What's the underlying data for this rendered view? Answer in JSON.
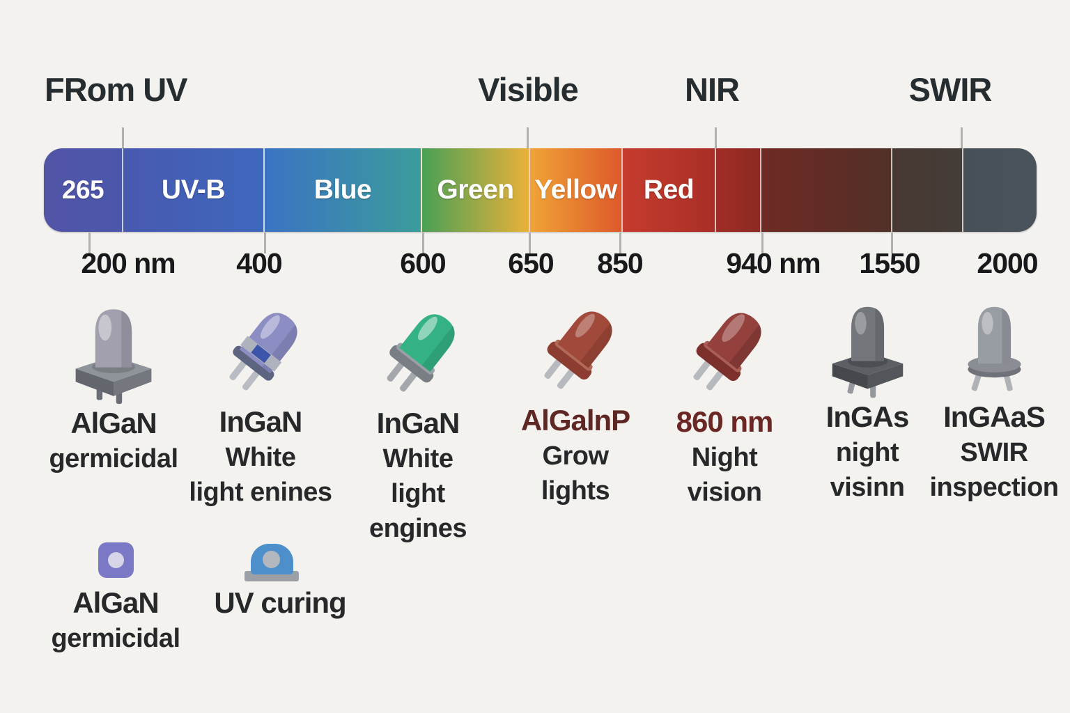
{
  "headers": [
    {
      "text": "FRom UV"
    },
    {
      "text": "Visible"
    },
    {
      "text": "NIR"
    },
    {
      "text": "SWIR"
    }
  ],
  "spectrum": {
    "segments": [
      {
        "label": "265",
        "c1": "#5254a6",
        "c2": "#4b57ab"
      },
      {
        "label": "UV-B",
        "c1": "#4859b0",
        "c2": "#3e68bd"
      },
      {
        "label": "Blue",
        "c1": "#3b73c3",
        "c2": "#3b9c9b"
      },
      {
        "label": "Green",
        "c1": "#4aa056",
        "c2": "#e9b13a"
      },
      {
        "label": "Yellow",
        "c1": "#f0a336",
        "c2": "#dd5a2b"
      },
      {
        "label": "Red",
        "c1": "#c63c2e",
        "c2": "#a92e26"
      },
      {
        "label": "",
        "c1": "#a02c25",
        "c2": "#8c2a23"
      },
      {
        "label": "",
        "c1": "#6f2a24",
        "c2": "#513028"
      },
      {
        "label": "",
        "c1": "#473831",
        "c2": "#443d38"
      },
      {
        "label": "",
        "c1": "#475058",
        "c2": "#4a535c"
      }
    ]
  },
  "axis": {
    "labels": [
      "200 nm",
      "400",
      "600",
      "650",
      "850",
      "940 nm",
      "1550",
      "2000"
    ]
  },
  "leds": [
    {
      "caption": [
        "AlGaN",
        "germicidal"
      ],
      "cap_color": "#26282a",
      "colors": {
        "body": "#a29fae",
        "highlight": "#ffffff",
        "plateTop": "#8f949b",
        "plateLeft": "#63676d",
        "plateRight": "#74787e",
        "pin": "#6b6f75"
      }
    },
    {
      "caption": [
        "InGaN",
        "White",
        "light enines"
      ],
      "cap_color": "#26282a",
      "colors": {
        "body": "#8b8dc3",
        "flange": "#5d6480",
        "collar": "#aeb2bc",
        "window": "#3a55a9",
        "pin": "#b9bcc2"
      }
    },
    {
      "caption": [
        "InGaN",
        "White",
        "light",
        "engines"
      ],
      "cap_color": "#26282a",
      "colors": {
        "body": "#35b283",
        "flange": "#797e85",
        "collar": "#9aa0a7",
        "pin": "#a4a8ad"
      }
    },
    {
      "caption": [
        "AlGalnP",
        "Grow",
        "lights"
      ],
      "cap_color": "#5f2724",
      "colors": {
        "body": "#a1493a",
        "flange": "#8c3c30",
        "collar": "#b06a57",
        "pin": "#b6b9bd"
      }
    },
    {
      "caption": [
        "860 nm",
        "Night",
        "vision"
      ],
      "cap_color": "#6b2723",
      "colors": {
        "body": "#94403c",
        "flange": "#7c302c",
        "collar": "#a85f55",
        "pin": "#b6b9bd"
      }
    },
    {
      "caption": [
        "InGAs",
        "night",
        "visinn"
      ],
      "cap_color": "#26282a",
      "colors": {
        "body": "#73777c",
        "highlight": "#ffffff",
        "plateTop": "#5c6065",
        "plateLeft": "#45494d",
        "plateRight": "#52565a",
        "pin": "#94989d"
      }
    },
    {
      "caption": [
        "InGAaS",
        "SWIR",
        "inspection"
      ],
      "cap_color": "#26282a",
      "colors": {
        "body": "#989ca3",
        "highlight": "#ffffff",
        "baseTop": "#8a8d93",
        "baseBottom": "#6f7278",
        "pin": "#aeb1b6"
      }
    }
  ],
  "footer": [
    {
      "caption": [
        "AlGaN",
        "germicidal"
      ],
      "icon": "uv-chip-icon",
      "colors": {
        "body": "#7b78c6",
        "dot": "#d6d4e6"
      }
    },
    {
      "caption": [
        "UV curing"
      ],
      "icon": "uv-curing-lamp-icon",
      "colors": {
        "dome": "#4d8fca",
        "base": "#9aa0a6",
        "dot": "#b3b8be"
      }
    }
  ],
  "colors": {
    "background": "#f4f2ee",
    "tick": "#b3b1ad",
    "heading_text": "#262d30",
    "axis_text": "#17191a",
    "accent_maroon": "#5f2724"
  }
}
